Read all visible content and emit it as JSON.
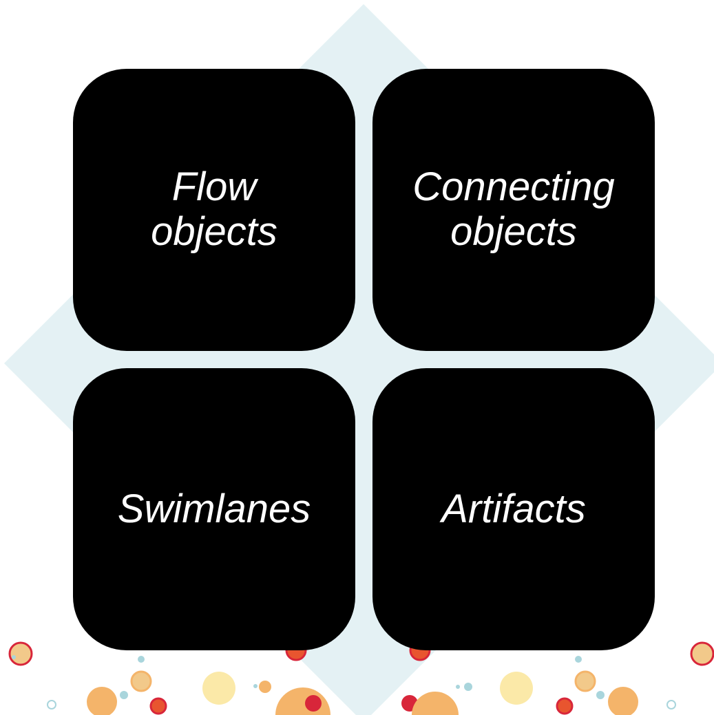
{
  "colors": {
    "tile_fill": "#000000",
    "tile_text": "#ffffff",
    "diamond_fill": "#e4f1f4",
    "bubble_palette": [
      "#f2c98a",
      "#f4b46a",
      "#e8552f",
      "#d8263a",
      "#a9d5dc",
      "#fbe9a8"
    ]
  },
  "background": {
    "shape": "diamond",
    "decoration": "bubbles-row-bottom"
  },
  "tiles": [
    {
      "label": "Flow\nobjects"
    },
    {
      "label": "Connecting\nobjects"
    },
    {
      "label": "Swimlanes"
    },
    {
      "label": "Artifacts"
    }
  ]
}
